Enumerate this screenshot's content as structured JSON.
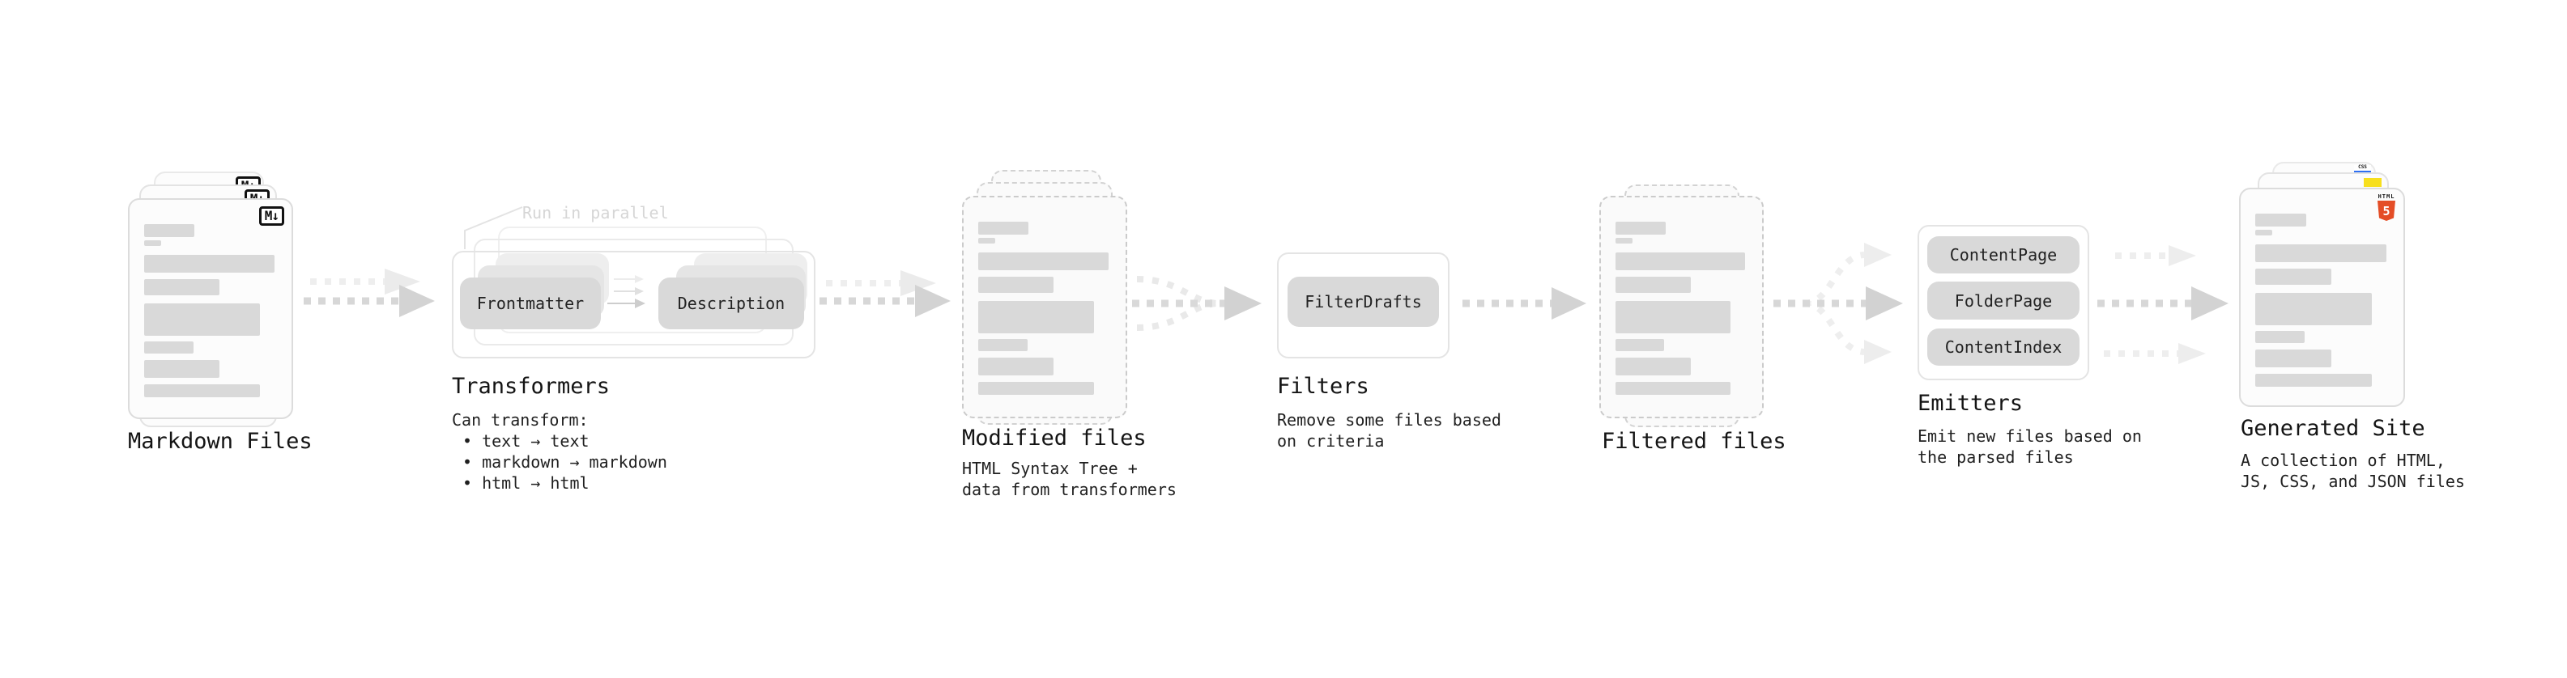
{
  "colors": {
    "html5_orange": "#e44d26",
    "js_yellow": "#f7df1e",
    "css_blue": "#2e6ff2",
    "bar_gray": "#d9d9d9",
    "pill_gray": "#d9d9d9",
    "arrow_gray": "#d6d6d6",
    "arrow_ghost": "#ededed"
  },
  "diagram": {
    "markdown_files": {
      "title": "Markdown Files",
      "badge": "M↓"
    },
    "transformers": {
      "title": "Transformers",
      "annotation": "Run in parallel",
      "pill_left": "Frontmatter",
      "pill_right": "Description",
      "desc_heading": "Can transform:",
      "bullets": [
        "• text → text",
        "• markdown → markdown",
        "• html → html"
      ]
    },
    "modified_files": {
      "title": "Modified files",
      "desc": "HTML Syntax Tree +\ndata from transformers"
    },
    "filters": {
      "title": "Filters",
      "pill": "FilterDrafts",
      "desc": "Remove some files based\non criteria"
    },
    "filtered_files": {
      "title": "Filtered files"
    },
    "emitters": {
      "title": "Emitters",
      "pills": [
        "ContentPage",
        "FolderPage",
        "ContentIndex"
      ],
      "desc": "Emit new files based on\nthe parsed files"
    },
    "generated_site": {
      "title": "Generated Site",
      "desc": "A collection of HTML,\nJS, CSS, and JSON files",
      "html_badge_label": "HTML",
      "html_badge_number": "5",
      "css_badge_label": "CSS"
    }
  }
}
